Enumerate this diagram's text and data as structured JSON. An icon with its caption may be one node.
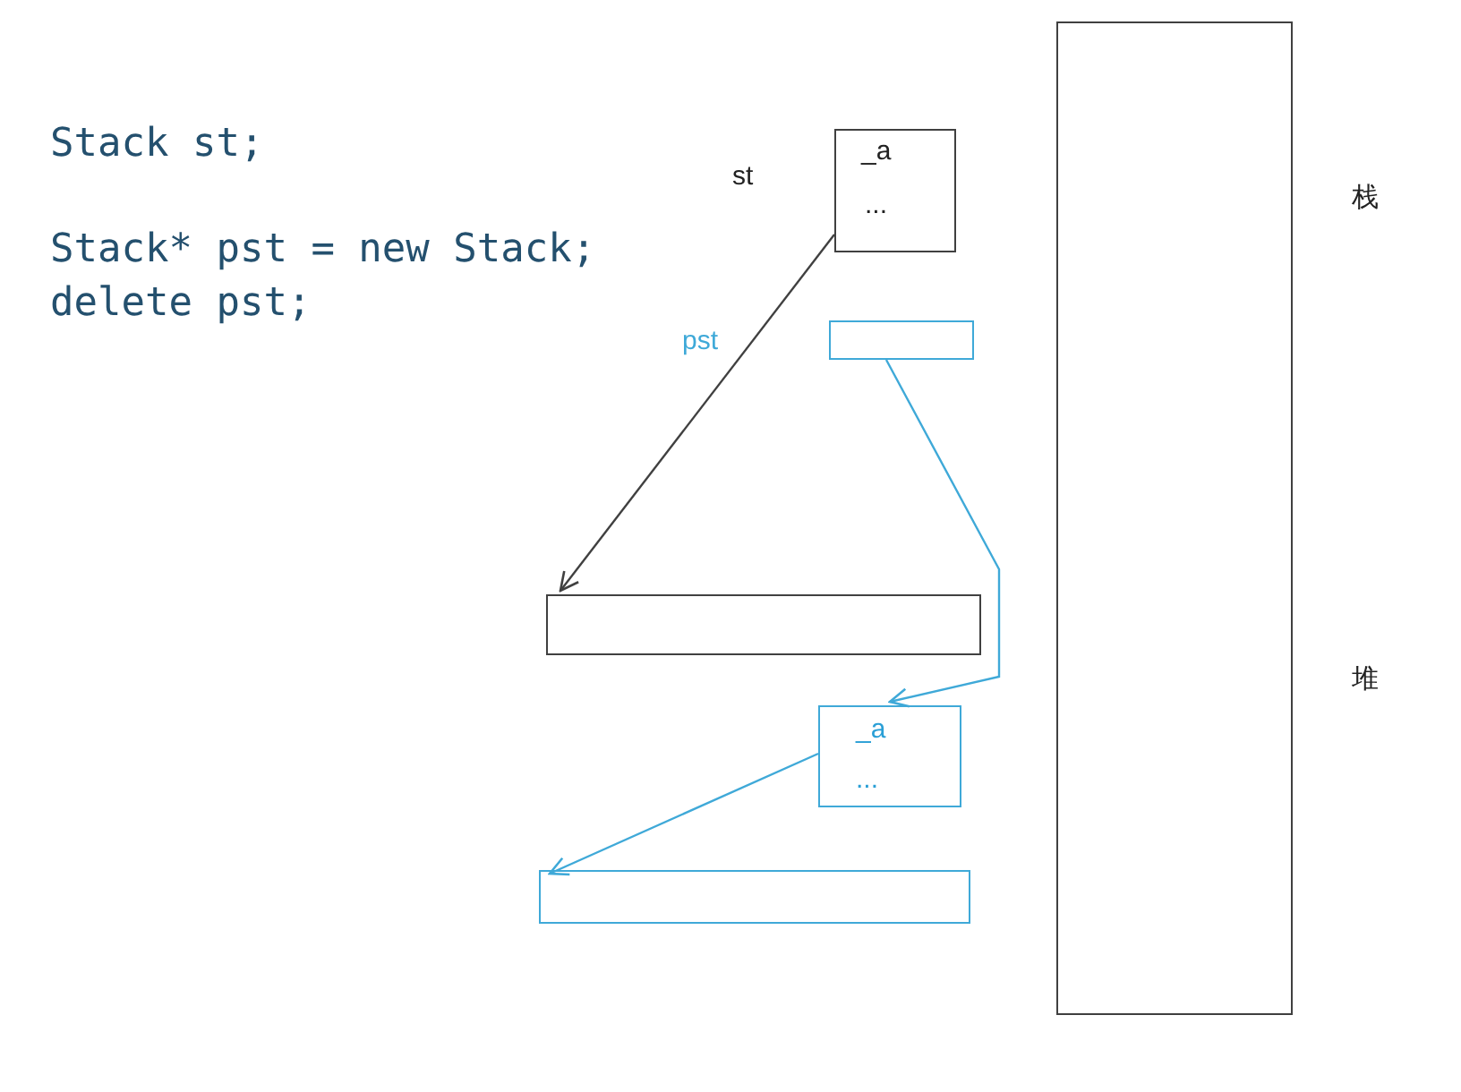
{
  "diagram": {
    "nodes": [
      {
        "text": [
          "_a",
          "..."
        ],
        "beside": [
          "st"
        ]
      },
      {
        "text": [],
        "shape": "box"
      },
      {
        "text": [],
        "shape": "box"
      },
      {
        "text": [
          "_a",
          "..."
        ]
      },
      {
        "text": [],
        "shape": "box"
      },
      {
        "text": [],
        "shape": "box",
        "beside": [
          "栈",
          "堆"
        ]
      }
    ],
    "edges": [
      {
        "from": 0,
        "to": 2,
        "arrow": "to",
        "color": "#404040"
      },
      {
        "from": 1,
        "to": 3,
        "arrow": "to"
      },
      {
        "from": 3,
        "to": 4,
        "arrow": "to"
      }
    ],
    "labels": [
      "Stack st;",
      "Stack* pst = new Stack;",
      "delete pst;",
      "pst"
    ]
  }
}
